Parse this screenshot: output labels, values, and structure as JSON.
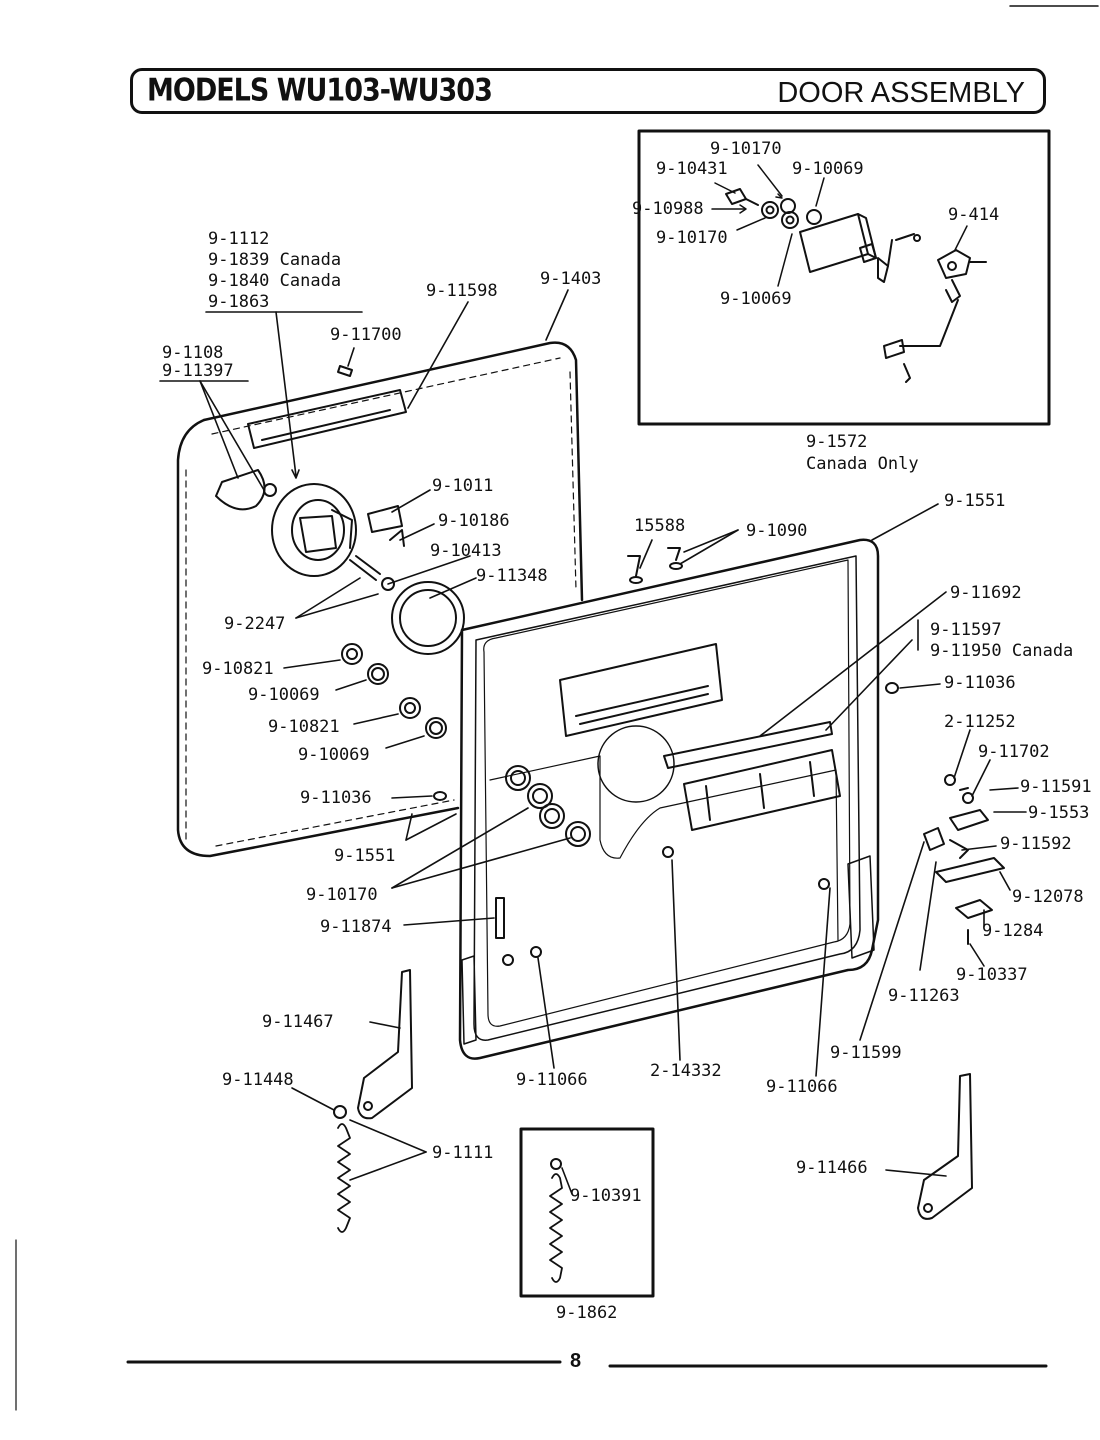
{
  "header": {
    "models": "MODELS WU103-WU303",
    "section": "DOOR ASSEMBLY"
  },
  "inset_top": {
    "caption_part": "9-1572",
    "caption_note": "Canada Only",
    "labels": [
      "9-10170",
      "9-10431",
      "9-10069",
      "9-10988",
      "9-10170",
      "9-10069",
      "9-414"
    ]
  },
  "inset_bottom": {
    "caption_part": "9-1862",
    "labels": [
      "9-10391"
    ]
  },
  "callouts": {
    "l_1112": "9-1112",
    "l_1839": "9-1839 Canada",
    "l_1840": "9-1840 Canada",
    "l_1863": "9-1863",
    "l_11598": "9-11598",
    "l_1403": "9-1403",
    "l_11700": "9-11700",
    "l_1108": "9-1108",
    "l_11397": "9-11397",
    "l_1011": "9-1011",
    "l_10186": "9-10186",
    "l_10413": "9-10413",
    "l_11348": "9-11348",
    "l_2247": "9-2247",
    "l_10821a": "9-10821",
    "l_10069a": "9-10069",
    "l_10821b": "9-10821",
    "l_10069b": "9-10069",
    "l_11036a": "9-11036",
    "l_1551a": "9-1551",
    "l_10170": "9-10170",
    "l_11874": "9-11874",
    "l_11467": "9-11467",
    "l_11448": "9-11448",
    "l_1111": "9-1111",
    "l_11066a": "9-11066",
    "l_14332": "2-14332",
    "l_11066b": "9-11066",
    "l_15588": "15588",
    "l_1090": "9-1090",
    "l_1551b": "9-1551",
    "l_11692": "9-11692",
    "l_11597": "9-11597",
    "l_11950": "9-11950 Canada",
    "l_11036b": "9-11036",
    "l_11252": "2-11252",
    "l_11702": "9-11702",
    "l_11591": "9-11591",
    "l_1553": "9-1553",
    "l_11592": "9-11592",
    "l_12078": "9-12078",
    "l_1284": "9-1284",
    "l_10337": "9-10337",
    "l_11263": "9-11263",
    "l_11599": "9-11599",
    "l_11466": "9-11466"
  },
  "footer": {
    "page_number": "8"
  }
}
